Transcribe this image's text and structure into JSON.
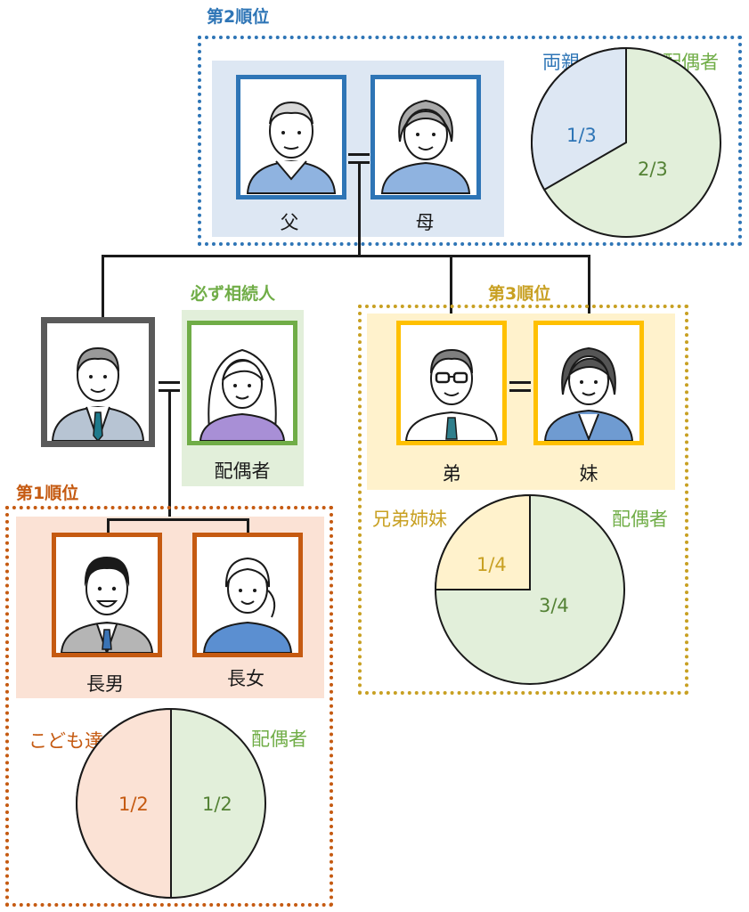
{
  "colors": {
    "blue": "#2e75b6",
    "green": "#70ad47",
    "gold": "#c8a022",
    "orange": "#c55a11",
    "gray": "#5a5a5a",
    "yellow_border": "#ffc000",
    "blue_fill": "#dde7f3",
    "green_fill": "#e2efda",
    "orange_fill": "#fbe2d5",
    "yellow_fill": "#fff2cc"
  },
  "rank2": {
    "title": "第2順位",
    "father": "父",
    "mother": "母",
    "pie": {
      "left_label": "両親",
      "right_label": "配偶者",
      "left_value": "1/3",
      "right_value": "2/3",
      "left_share": 0.3333
    }
  },
  "spouse_group": {
    "title": "必ず相続人",
    "spouse_label": "配偶者"
  },
  "rank3": {
    "title": "第3順位",
    "brother": "弟",
    "sister": "妹",
    "pie": {
      "left_label": "兄弟姉妹",
      "right_label": "配偶者",
      "left_value": "1/4",
      "right_value": "3/4",
      "left_share": 0.25
    }
  },
  "rank1": {
    "title": "第1順位",
    "son": "長男",
    "daughter": "長女",
    "pie": {
      "left_label": "こども達",
      "right_label": "配偶者",
      "left_value": "1/2",
      "right_value": "1/2",
      "left_share": 0.5
    }
  }
}
